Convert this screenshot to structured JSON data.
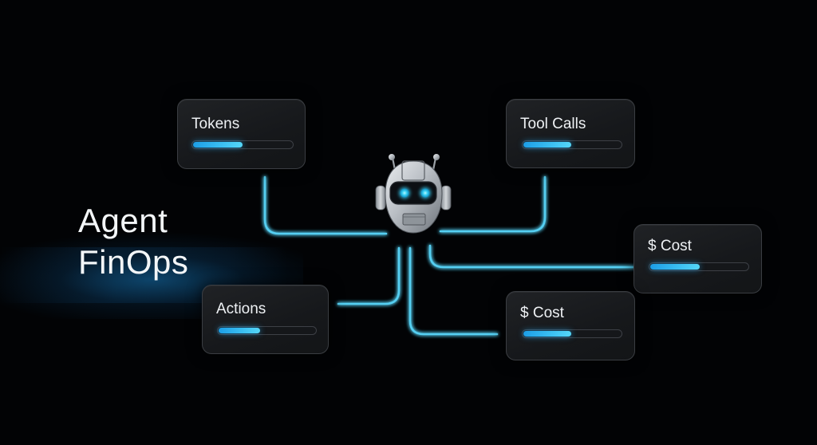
{
  "title": {
    "line1": "Agent",
    "line2": "FinOps"
  },
  "hub": {
    "icon": "robot-icon",
    "accent_color": "#3fd2f5"
  },
  "colors": {
    "background": "#020305",
    "wire": "#4cc7ee",
    "bar_fill": "#2fb3ee",
    "card_bg": "#1b1d20",
    "card_border": "#3a3d42"
  },
  "cards": [
    {
      "id": "tokens",
      "label": "Tokens",
      "progress_pct": 49
    },
    {
      "id": "tool-calls",
      "label": "Tool Calls",
      "progress_pct": 48
    },
    {
      "id": "cost-right",
      "label": "$ Cost",
      "progress_pct": 50
    },
    {
      "id": "actions",
      "label": "Actions",
      "progress_pct": 42
    },
    {
      "id": "cost-bottom",
      "label": "$ Cost",
      "progress_pct": 48
    }
  ]
}
